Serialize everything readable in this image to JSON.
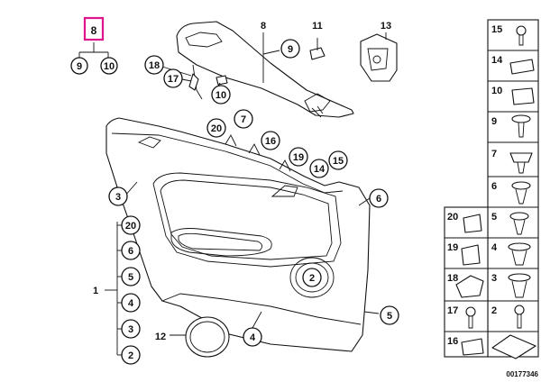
{
  "callouts": {
    "c8a": "8",
    "c9a": "9",
    "c10a": "10",
    "c8b": "8",
    "c9b": "9",
    "c11": "11",
    "c13": "13",
    "c18": "18",
    "c17": "17",
    "c10b": "10",
    "c20a": "20",
    "c7": "7",
    "c16": "16",
    "c19": "19",
    "c14": "14",
    "c15": "15",
    "c3a": "3",
    "c6a": "6",
    "c2a": "2",
    "c5a": "5",
    "c4a": "4",
    "c12": "12",
    "c1": "1",
    "g20": "20",
    "g6": "6",
    "g5": "5",
    "g4": "4",
    "g3": "3",
    "g2": "2"
  },
  "fasteners": {
    "r15": "15",
    "r14": "14",
    "r10": "10",
    "r9": "9",
    "r7": "7",
    "r6": "6",
    "r5": "5",
    "r4": "4",
    "r3": "3",
    "r2": "2",
    "l20": "20",
    "l19": "19",
    "l18": "18",
    "l17": "17",
    "l16": "16"
  },
  "highlight_color": "#e0148a",
  "reference": "00177346"
}
